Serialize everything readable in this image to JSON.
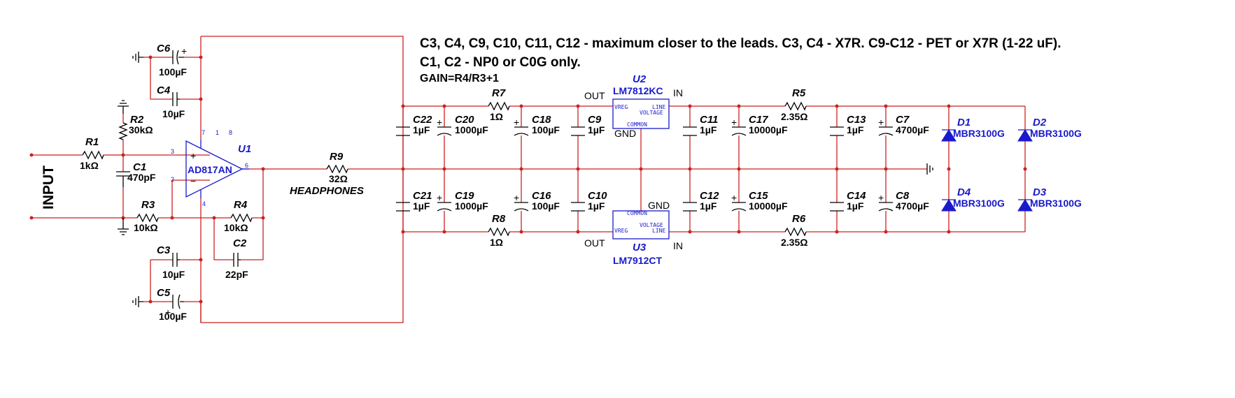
{
  "notes": {
    "line1": "C3, C4, C9, C10, C11, C12 - maximum closer to the leads.  C3, C4 - X7R. C9-C12 - PET or X7R (1-22 uF).",
    "line2": "C1, C2 - NP0 or C0G only.",
    "line3": "GAIN=R4/R3+1"
  },
  "input_label": "INPUT",
  "headphones_label": "HEADPHONES",
  "opamp": {
    "designator": "U1",
    "part": "AD817AN",
    "pins": [
      "7",
      "1",
      "8",
      "3",
      "2",
      "6",
      "4"
    ],
    "plus": "+",
    "minus": "−"
  },
  "regulators": {
    "u2": {
      "designator": "U2",
      "part": "LM7812KC",
      "out": "OUT",
      "in": "IN",
      "gnd": "GND",
      "vreg": "VREG",
      "line": "LINE",
      "voltage": "VOLTAGE",
      "common": "COMMON"
    },
    "u3": {
      "designator": "U3",
      "part": "LM7912CT",
      "out": "OUT",
      "in": "IN",
      "gnd": "GND",
      "vreg": "VREG",
      "line": "LINE",
      "voltage": "VOLTAGE",
      "common": "COMMON"
    }
  },
  "resistors": {
    "R1": {
      "name": "R1",
      "value": "1kΩ"
    },
    "R2": {
      "name": "R2",
      "value": "30kΩ"
    },
    "R3": {
      "name": "R3",
      "value": "10kΩ"
    },
    "R4": {
      "name": "R4",
      "value": "10kΩ"
    },
    "R5": {
      "name": "R5",
      "value": "2.35Ω"
    },
    "R6": {
      "name": "R6",
      "value": "2.35Ω"
    },
    "R7": {
      "name": "R7",
      "value": "1Ω"
    },
    "R8": {
      "name": "R8",
      "value": "1Ω"
    },
    "R9": {
      "name": "R9",
      "value": "32Ω"
    }
  },
  "capacitors": {
    "C1": {
      "name": "C1",
      "value": "470pF"
    },
    "C2": {
      "name": "C2",
      "value": "22pF"
    },
    "C3": {
      "name": "C3",
      "value": "10µF"
    },
    "C4": {
      "name": "C4",
      "value": "10µF"
    },
    "C5": {
      "name": "C5",
      "value": "100µF"
    },
    "C6": {
      "name": "C6",
      "value": "100µF"
    },
    "C7": {
      "name": "C7",
      "value": "4700µF"
    },
    "C8": {
      "name": "C8",
      "value": "4700µF"
    },
    "C9": {
      "name": "C9",
      "value": "1µF"
    },
    "C10": {
      "name": "C10",
      "value": "1µF"
    },
    "C11": {
      "name": "C11",
      "value": "1µF"
    },
    "C12": {
      "name": "C12",
      "value": "1µF"
    },
    "C13": {
      "name": "C13",
      "value": "1µF"
    },
    "C14": {
      "name": "C14",
      "value": "1µF"
    },
    "C15": {
      "name": "C15",
      "value": "10000µF"
    },
    "C16": {
      "name": "C16",
      "value": "100µF"
    },
    "C17": {
      "name": "C17",
      "value": "10000µF"
    },
    "C18": {
      "name": "C18",
      "value": "100µF"
    },
    "C19": {
      "name": "C19",
      "value": "1000µF"
    },
    "C20": {
      "name": "C20",
      "value": "1000µF"
    },
    "C21": {
      "name": "C21",
      "value": "1µF"
    },
    "C22": {
      "name": "C22",
      "value": "1µF"
    }
  },
  "polarity": {
    "plus": "+"
  },
  "diodes": {
    "D1": {
      "name": "D1",
      "value": "MBR3100G"
    },
    "D2": {
      "name": "D2",
      "value": "MBR3100G"
    },
    "D3": {
      "name": "D3",
      "value": "MBR3100G"
    },
    "D4": {
      "name": "D4",
      "value": "MBR3100G"
    }
  },
  "colors": {
    "wire": "#cc2222",
    "component": "#000000",
    "ic": "#1a1acc",
    "background": "#ffffff"
  }
}
